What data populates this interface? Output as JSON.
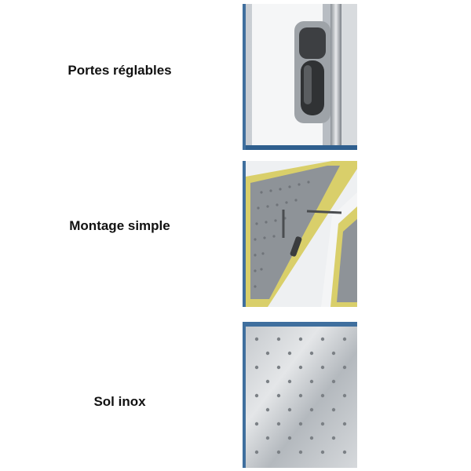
{
  "features": [
    {
      "label": "Portes réglables",
      "icon": "door-hinge-icon"
    },
    {
      "label": "Montage simple",
      "icon": "panel-assembly-icon"
    },
    {
      "label": "Sol inox",
      "icon": "stainless-floor-icon"
    }
  ],
  "colors": {
    "accent_blue": "#3f6f9e",
    "insulation_yellow": "#d9cf6a",
    "steel_grey": "#9a9fa4",
    "text": "#111111"
  }
}
